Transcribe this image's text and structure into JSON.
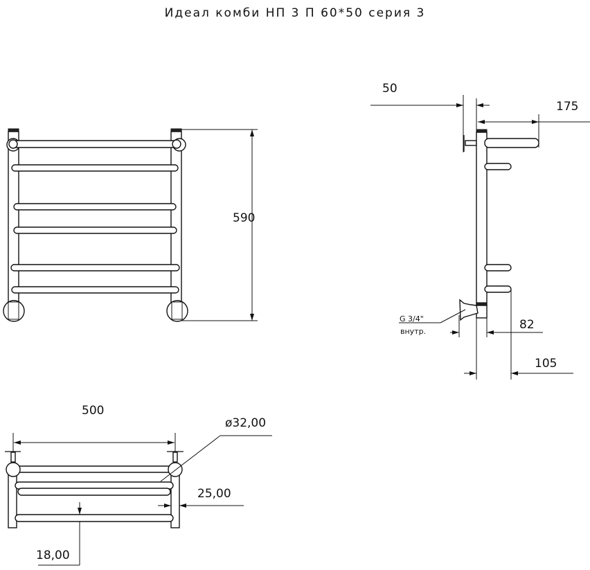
{
  "title": "Идеал комби НП 3 П 60*50 серия 3",
  "front_view": {
    "height_label": "590"
  },
  "side_view": {
    "wall_offset_label": "50",
    "top_depth_label": "175",
    "thread_label": "G 3/4\"",
    "thread_note": "внутр.",
    "connection_depth_label": "82",
    "rung_depth_label": "105"
  },
  "top_view": {
    "width_label": "500",
    "diameter_label": "ø32,00",
    "post_width_label": "25,00",
    "rung_diameter_label": "18,00"
  },
  "colors": {
    "line": "#111111",
    "background": "#ffffff"
  }
}
